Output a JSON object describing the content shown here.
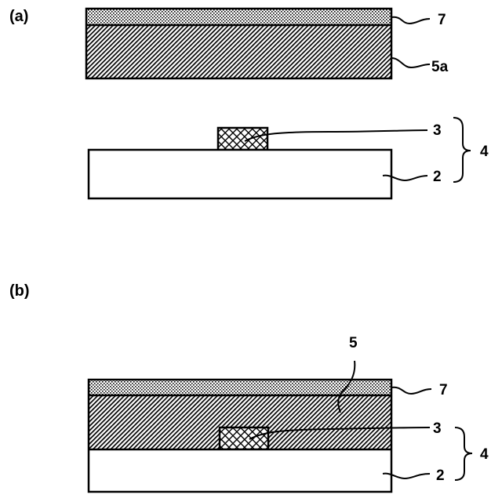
{
  "figure": {
    "panels": [
      {
        "label": "(a)",
        "callouts": {
          "cover_layer": "7",
          "resin_sheet": "5a",
          "chip": "3",
          "base": "2",
          "assembly": "4"
        }
      },
      {
        "label": "(b)",
        "callouts": {
          "resin_layer": "5",
          "cover_layer": "7",
          "chip": "3",
          "base": "2",
          "assembly": "4"
        }
      }
    ]
  }
}
